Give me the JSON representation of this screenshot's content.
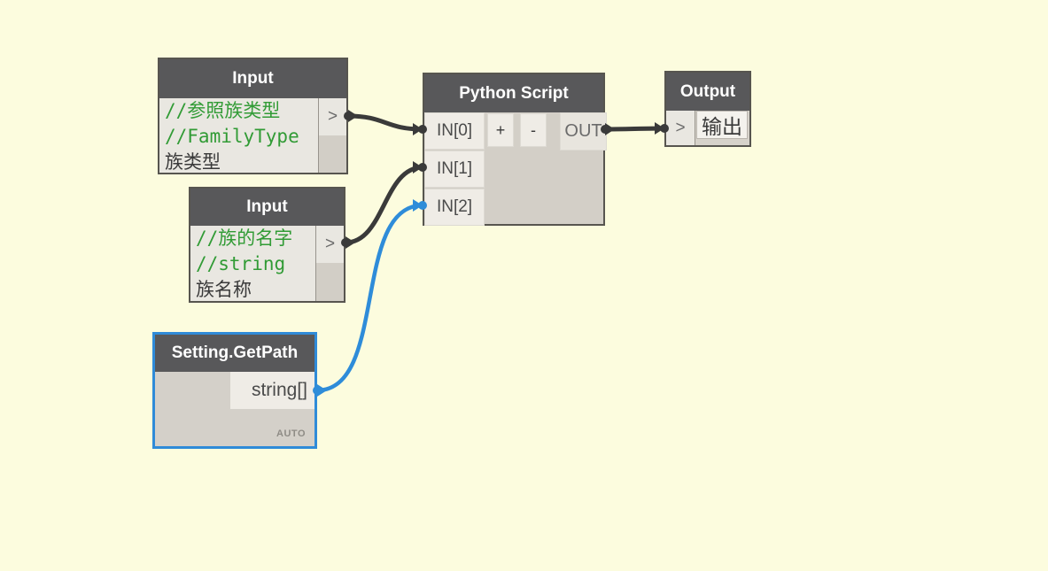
{
  "colors": {
    "background": "#FCFCDE",
    "header_gray": "#58585A",
    "wire_dark": "#3A3A3A",
    "wire_blue": "#2E8CD9",
    "selection_blue": "#2F8BD8",
    "code_green": "#319B35"
  },
  "nodes": {
    "input1": {
      "title": "Input",
      "code_lines": [
        "//参照族类型",
        "//FamilyType"
      ],
      "value_line": "族类型",
      "out_port": ">"
    },
    "input2": {
      "title": "Input",
      "code_lines": [
        "//族的名字",
        "//string"
      ],
      "value_line": "族名称",
      "out_port": ">"
    },
    "python": {
      "title": "Python Script",
      "in_ports": [
        "IN[0]",
        "IN[1]",
        "IN[2]"
      ],
      "add_input_label": "+",
      "remove_input_label": "-",
      "out_port": "OUT"
    },
    "output": {
      "title": "Output",
      "in_port": ">",
      "value": "输出"
    },
    "getpath": {
      "title": "Setting.GetPath",
      "out_port": "string[]",
      "lacing": "AUTO"
    }
  }
}
